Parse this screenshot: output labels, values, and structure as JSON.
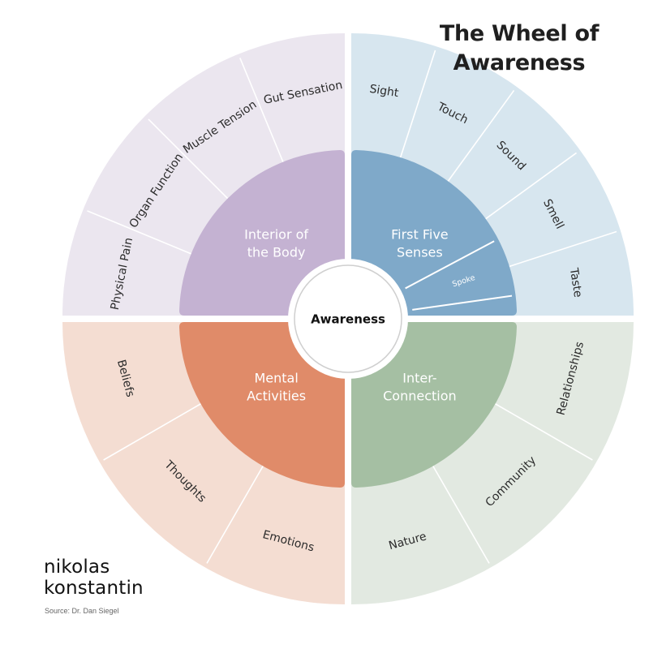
{
  "header": {
    "title_line1": "The Wheel of",
    "title_line2": "Awareness"
  },
  "footer": {
    "brand_line1": "nikolas",
    "brand_line2": "konstantin",
    "source": "Source: Dr. Dan Siegel"
  },
  "wheel": {
    "hub": "Awareness",
    "spoke_label": "Spoke",
    "quadrants": [
      {
        "id": "first-five-senses",
        "title": [
          "First Five",
          "Senses"
        ],
        "inner_color": "#7fa9c9",
        "outer_color": "#d7e6ef",
        "segments": [
          "Sight",
          "Touch",
          "Sound",
          "Smell",
          "Taste"
        ]
      },
      {
        "id": "interior-of-the-body",
        "title": [
          "Interior of",
          "the Body"
        ],
        "inner_color": "#c4b2d2",
        "outer_color": "#ebe6ef",
        "segments": [
          "Physical Pain",
          "Organ Function",
          "Muscle Tension",
          "Gut Sensation"
        ]
      },
      {
        "id": "mental-activities",
        "title": [
          "Mental",
          "Activities"
        ],
        "inner_color": "#e08b69",
        "outer_color": "#f4ddd2",
        "segments": [
          "Emotions",
          "Thoughts",
          "Beliefs"
        ]
      },
      {
        "id": "inter-connection",
        "title": [
          "Inter-",
          "Connection"
        ],
        "inner_color": "#a5bfa3",
        "outer_color": "#e2e9e1",
        "segments": [
          "Relationships",
          "Community",
          "Nature"
        ]
      }
    ]
  }
}
